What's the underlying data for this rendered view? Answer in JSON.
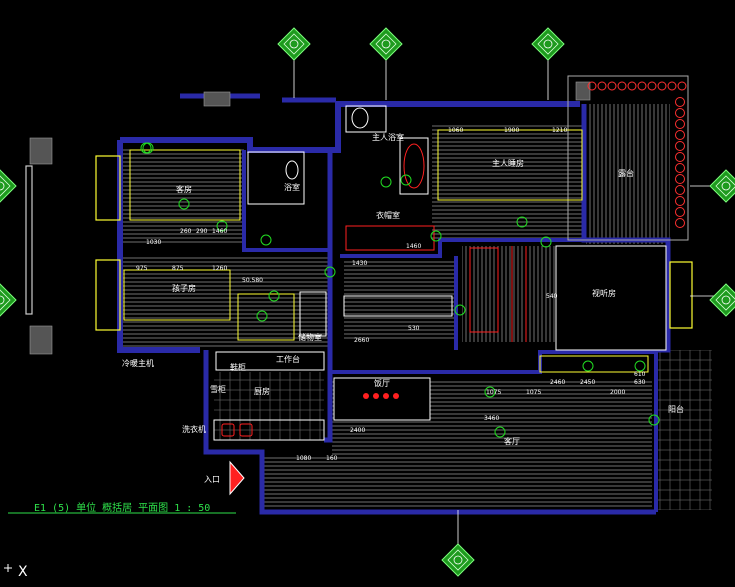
{
  "colors": {
    "background": "#000000",
    "wall": "#2a2aa8",
    "hatch": "#9a9a9a",
    "furniture": "#ffff33",
    "accent_red": "#ff2020",
    "marker_green": "#22dd22",
    "text": "#ffffff",
    "caption": "#2ee04a"
  },
  "rooms": [
    {
      "name": "客房"
    },
    {
      "name": "浴室"
    },
    {
      "name": "主人浴室"
    },
    {
      "name": "主人睡房"
    },
    {
      "name": "露台"
    },
    {
      "name": "衣帽室"
    },
    {
      "name": "孩子房"
    },
    {
      "name": "储物室"
    },
    {
      "name": "视听房"
    },
    {
      "name": "冷暖主机"
    },
    {
      "name": "厨房"
    },
    {
      "name": "工作台"
    },
    {
      "name": "饭厅"
    },
    {
      "name": "客厅"
    },
    {
      "name": "阳台"
    },
    {
      "name": "鞋柜"
    },
    {
      "name": "雪柜"
    },
    {
      "name": "洗衣机"
    }
  ],
  "dimensions": [
    "1060",
    "1900",
    "1210",
    "1460",
    "975",
    "875",
    "1260",
    "1030",
    "50.580",
    "290",
    "260",
    "530",
    "1430",
    "1460",
    "2660",
    "2460",
    "1075",
    "1075",
    "2000",
    "2400",
    "3460",
    "540",
    "630",
    "610",
    "1080",
    "160",
    "2450"
  ],
  "entry_label": "入口",
  "caption": "E1 (5) 单位 概括居 平面图   1 : 50",
  "close_glyph": "X"
}
